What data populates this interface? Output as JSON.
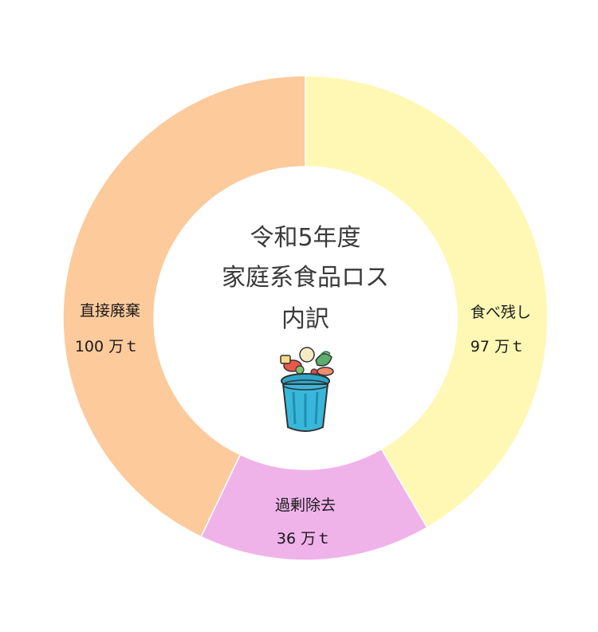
{
  "chart_data": {
    "type": "pie",
    "donut": true,
    "center_title_lines": [
      "令和5年度",
      "家庭系食品ロス",
      "内訳"
    ],
    "unit": "万ｔ",
    "segments": [
      {
        "name": "食べ残し",
        "value": 97,
        "display": "97 万ｔ",
        "color": "#FFF8B5"
      },
      {
        "name": "過剰除去",
        "value": 36,
        "display": "36 万ｔ",
        "color": "#EFB3EA"
      },
      {
        "name": "直接廃棄",
        "value": 100,
        "display": "100 万ｔ",
        "color": "#FDCA9C"
      }
    ],
    "start": "top, clockwise",
    "center_icon": "trash-can-with-food-icon"
  }
}
